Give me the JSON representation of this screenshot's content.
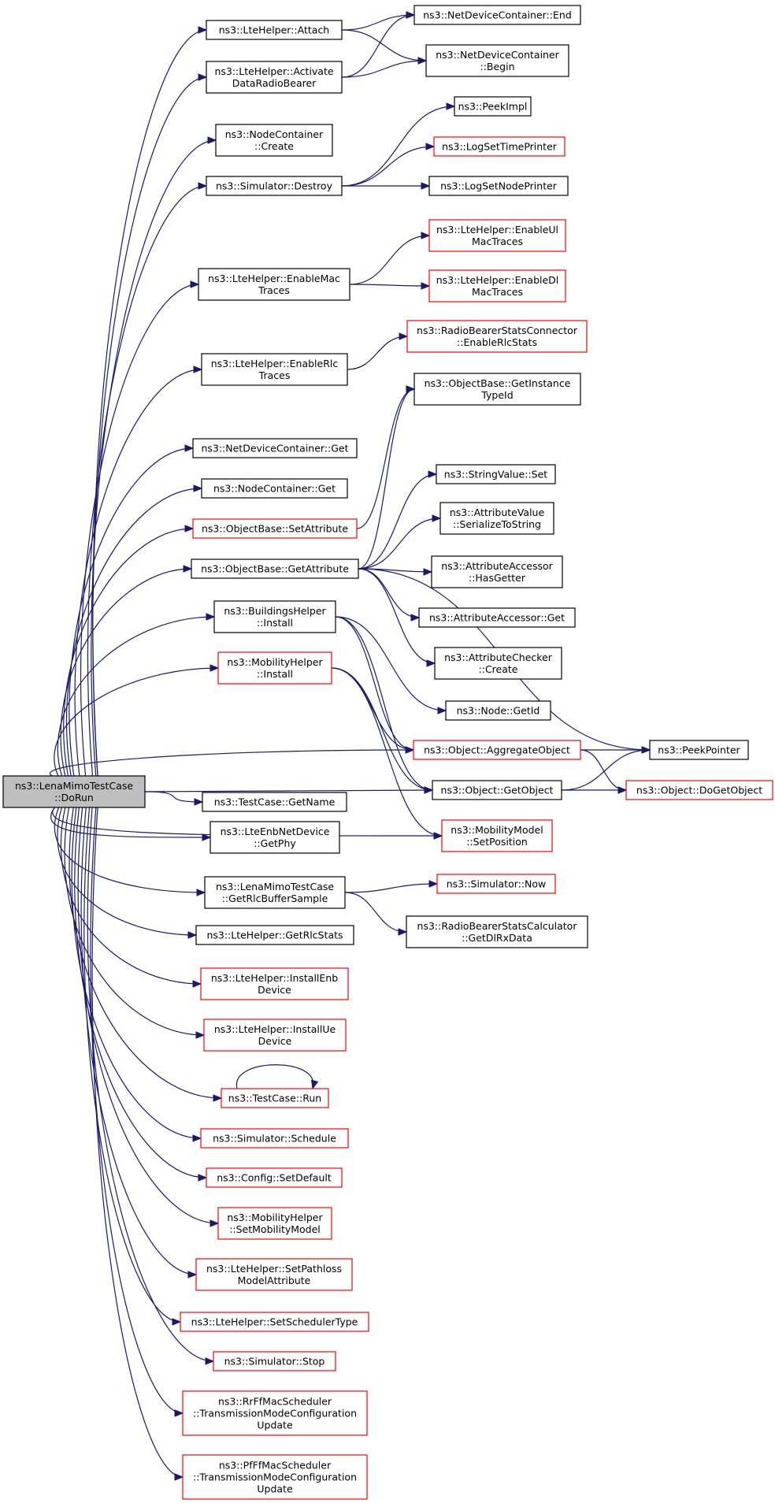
{
  "diagram": {
    "root": "r",
    "nodes": {
      "r": {
        "lines": [
          "ns3::LenaMimoTestCase",
          "::DoRun"
        ],
        "color": "root"
      },
      "attach": {
        "lines": [
          "ns3::LteHelper::Attach"
        ],
        "color": "black"
      },
      "adrb": {
        "lines": [
          "ns3::LteHelper::Activate",
          "DataRadioBearer"
        ],
        "color": "black"
      },
      "ndcEnd": {
        "lines": [
          "ns3::NetDeviceContainer::End"
        ],
        "color": "black"
      },
      "ndcBegin": {
        "lines": [
          "ns3::NetDeviceContainer",
          "::Begin"
        ],
        "color": "black"
      },
      "ncCreate": {
        "lines": [
          "ns3::NodeContainer",
          "::Create"
        ],
        "color": "black"
      },
      "simDestroy": {
        "lines": [
          "ns3::Simulator::Destroy"
        ],
        "color": "black"
      },
      "peekImpl": {
        "lines": [
          "ns3::PeekImpl"
        ],
        "color": "black"
      },
      "logTime": {
        "lines": [
          "ns3::LogSetTimePrinter"
        ],
        "color": "red"
      },
      "logNode": {
        "lines": [
          "ns3::LogSetNodePrinter"
        ],
        "color": "black"
      },
      "enMac": {
        "lines": [
          "ns3::LteHelper::EnableMac",
          "Traces"
        ],
        "color": "black"
      },
      "enUl": {
        "lines": [
          "ns3::LteHelper::EnableUl",
          "MacTraces"
        ],
        "color": "red"
      },
      "enDl": {
        "lines": [
          "ns3::LteHelper::EnableDl",
          "MacTraces"
        ],
        "color": "red"
      },
      "enRlc": {
        "lines": [
          "ns3::LteHelper::EnableRlc",
          "Traces"
        ],
        "color": "black"
      },
      "rbsc": {
        "lines": [
          "ns3::RadioBearerStatsConnector",
          "::EnableRlcStats"
        ],
        "color": "red"
      },
      "getInst": {
        "lines": [
          "ns3::ObjectBase::GetInstance",
          "TypeId"
        ],
        "color": "black"
      },
      "ndcGet": {
        "lines": [
          "ns3::NetDeviceContainer::Get"
        ],
        "color": "black"
      },
      "ncGet": {
        "lines": [
          "ns3::NodeContainer::Get"
        ],
        "color": "black"
      },
      "setAttr": {
        "lines": [
          "ns3::ObjectBase::SetAttribute"
        ],
        "color": "red"
      },
      "getAttr": {
        "lines": [
          "ns3::ObjectBase::GetAttribute"
        ],
        "color": "black"
      },
      "strSet": {
        "lines": [
          "ns3::StringValue::Set"
        ],
        "color": "black"
      },
      "avSer": {
        "lines": [
          "ns3::AttributeValue",
          "::SerializeToString"
        ],
        "color": "black"
      },
      "aaHas": {
        "lines": [
          "ns3::AttributeAccessor",
          "::HasGetter"
        ],
        "color": "black"
      },
      "aaGet": {
        "lines": [
          "ns3::AttributeAccessor::Get"
        ],
        "color": "black"
      },
      "acCreate": {
        "lines": [
          "ns3::AttributeChecker",
          "::Create"
        ],
        "color": "black"
      },
      "bhInst": {
        "lines": [
          "ns3::BuildingsHelper",
          "::Install"
        ],
        "color": "black"
      },
      "mhInst": {
        "lines": [
          "ns3::MobilityHelper",
          "::Install"
        ],
        "color": "red"
      },
      "nodeGetId": {
        "lines": [
          "ns3::Node::GetId"
        ],
        "color": "black"
      },
      "aggObj": {
        "lines": [
          "ns3::Object::AggregateObject"
        ],
        "color": "red"
      },
      "peekPtr": {
        "lines": [
          "ns3::PeekPointer"
        ],
        "color": "black"
      },
      "getObj": {
        "lines": [
          "ns3::Object::GetObject"
        ],
        "color": "black"
      },
      "doGetObj": {
        "lines": [
          "ns3::Object::DoGetObject"
        ],
        "color": "red"
      },
      "setPos": {
        "lines": [
          "ns3::MobilityModel",
          "::SetPosition"
        ],
        "color": "red"
      },
      "tcGetName": {
        "lines": [
          "ns3::TestCase::GetName"
        ],
        "color": "black"
      },
      "getPhy": {
        "lines": [
          "ns3::LteEnbNetDevice",
          "::GetPhy"
        ],
        "color": "black"
      },
      "getRlcBuf": {
        "lines": [
          "ns3::LenaMimoTestCase",
          "::GetRlcBufferSample"
        ],
        "color": "black"
      },
      "simNow": {
        "lines": [
          "ns3::Simulator::Now"
        ],
        "color": "red"
      },
      "getDlRx": {
        "lines": [
          "ns3::RadioBearerStatsCalculator",
          "::GetDlRxData"
        ],
        "color": "black"
      },
      "getRlcStats": {
        "lines": [
          "ns3::LteHelper::GetRlcStats"
        ],
        "color": "black"
      },
      "instEnb": {
        "lines": [
          "ns3::LteHelper::InstallEnb",
          "Device"
        ],
        "color": "red"
      },
      "instUe": {
        "lines": [
          "ns3::LteHelper::InstallUe",
          "Device"
        ],
        "color": "red"
      },
      "tcRun": {
        "lines": [
          "ns3::TestCase::Run"
        ],
        "color": "red"
      },
      "simSched": {
        "lines": [
          "ns3::Simulator::Schedule"
        ],
        "color": "red"
      },
      "cfgSetDef": {
        "lines": [
          "ns3::Config::SetDefault"
        ],
        "color": "red"
      },
      "mhSetMob": {
        "lines": [
          "ns3::MobilityHelper",
          "::SetMobilityModel"
        ],
        "color": "red"
      },
      "setPath": {
        "lines": [
          "ns3::LteHelper::SetPathloss",
          "ModelAttribute"
        ],
        "color": "red"
      },
      "setSched": {
        "lines": [
          "ns3::LteHelper::SetSchedulerType"
        ],
        "color": "red"
      },
      "simStop": {
        "lines": [
          "ns3::Simulator::Stop"
        ],
        "color": "red"
      },
      "rrTm": {
        "lines": [
          "ns3::RrFfMacScheduler",
          "::TransmissionModeConfiguration",
          "Update"
        ],
        "color": "red"
      },
      "pfTm": {
        "lines": [
          "ns3::PfFfMacScheduler",
          "::TransmissionModeConfiguration",
          "Update"
        ],
        "color": "red"
      }
    },
    "edges": [
      [
        "r",
        "attach"
      ],
      [
        "r",
        "adrb"
      ],
      [
        "r",
        "ncCreate"
      ],
      [
        "r",
        "simDestroy"
      ],
      [
        "r",
        "enMac"
      ],
      [
        "r",
        "enRlc"
      ],
      [
        "r",
        "ndcGet"
      ],
      [
        "r",
        "ncGet"
      ],
      [
        "r",
        "setAttr"
      ],
      [
        "r",
        "getAttr"
      ],
      [
        "r",
        "bhInst"
      ],
      [
        "r",
        "mhInst"
      ],
      [
        "r",
        "aggObj"
      ],
      [
        "r",
        "getObj"
      ],
      [
        "r",
        "setPos"
      ],
      [
        "r",
        "tcGetName"
      ],
      [
        "r",
        "getPhy"
      ],
      [
        "r",
        "getRlcBuf"
      ],
      [
        "r",
        "getRlcStats"
      ],
      [
        "r",
        "instEnb"
      ],
      [
        "r",
        "instUe"
      ],
      [
        "r",
        "tcRun"
      ],
      [
        "r",
        "simSched"
      ],
      [
        "r",
        "cfgSetDef"
      ],
      [
        "r",
        "mhSetMob"
      ],
      [
        "r",
        "setPath"
      ],
      [
        "r",
        "setSched"
      ],
      [
        "r",
        "simStop"
      ],
      [
        "r",
        "rrTm"
      ],
      [
        "r",
        "pfTm"
      ],
      [
        "attach",
        "ndcEnd"
      ],
      [
        "attach",
        "ndcBegin"
      ],
      [
        "adrb",
        "ndcEnd"
      ],
      [
        "adrb",
        "ndcBegin"
      ],
      [
        "simDestroy",
        "peekImpl"
      ],
      [
        "simDestroy",
        "logTime"
      ],
      [
        "simDestroy",
        "logNode"
      ],
      [
        "enMac",
        "enUl"
      ],
      [
        "enMac",
        "enDl"
      ],
      [
        "enRlc",
        "rbsc"
      ],
      [
        "setAttr",
        "getInst"
      ],
      [
        "getAttr",
        "getInst"
      ],
      [
        "getAttr",
        "peekPtr"
      ],
      [
        "getAttr",
        "strSet"
      ],
      [
        "getAttr",
        "avSer"
      ],
      [
        "getAttr",
        "aaHas"
      ],
      [
        "getAttr",
        "aaGet"
      ],
      [
        "getAttr",
        "acCreate"
      ],
      [
        "bhInst",
        "nodeGetId"
      ],
      [
        "bhInst",
        "aggObj"
      ],
      [
        "bhInst",
        "getObj"
      ],
      [
        "mhInst",
        "aggObj"
      ],
      [
        "mhInst",
        "getObj"
      ],
      [
        "mhInst",
        "setPos"
      ],
      [
        "aggObj",
        "peekPtr"
      ],
      [
        "aggObj",
        "doGetObj"
      ],
      [
        "getObj",
        "peekPtr"
      ],
      [
        "getObj",
        "doGetObj"
      ],
      [
        "getRlcBuf",
        "simNow"
      ],
      [
        "getRlcBuf",
        "getDlRx"
      ],
      [
        "tcRun",
        "tcRun"
      ]
    ]
  }
}
